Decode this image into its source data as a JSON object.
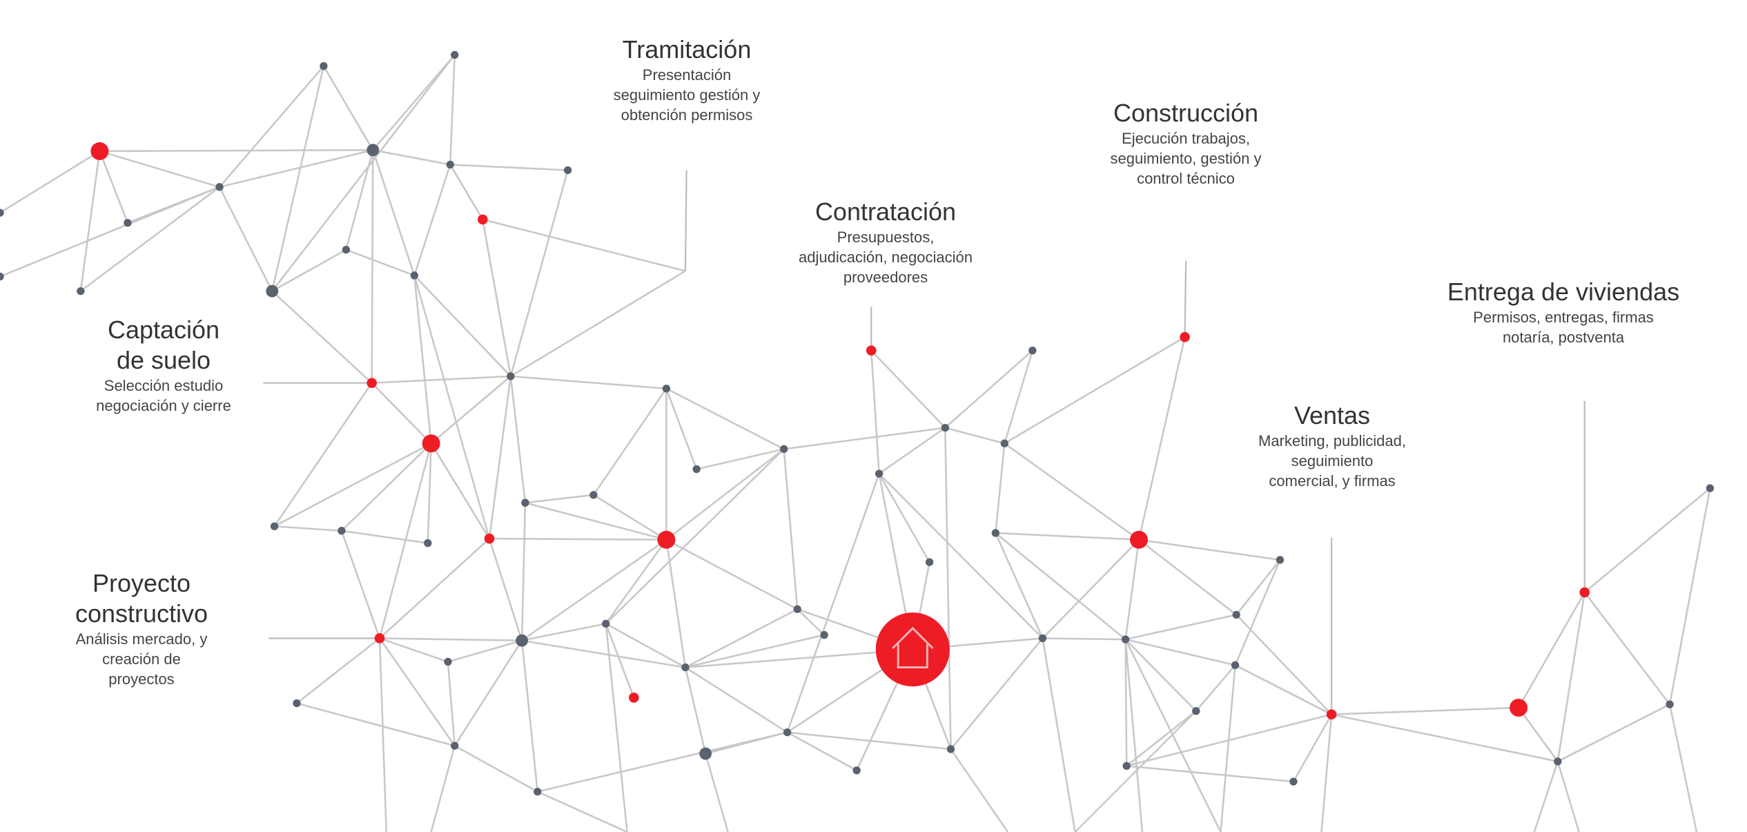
{
  "colors": {
    "accent": "#ee1c25",
    "node": "#5a6270",
    "edge": "#c8c8c8",
    "text": "#3a3a3a"
  },
  "center_icon": "home-icon",
  "stages": [
    {
      "id": "tramitacion",
      "title": "Tramitación",
      "lines": [
        "Presentación",
        "seguimiento  gestión y",
        "obtención permisos"
      ]
    },
    {
      "id": "construccion",
      "title": "Construcción",
      "lines": [
        "Ejecución trabajos,",
        "seguimiento, gestión y",
        "control técnico"
      ]
    },
    {
      "id": "contratacion",
      "title": "Contratación",
      "lines": [
        "Presupuestos,",
        "adjudicación, negociación",
        "proveedores"
      ]
    },
    {
      "id": "entrega",
      "title": "Entrega de viviendas",
      "lines": [
        "Permisos, entregas, firmas",
        "notaría, postventa"
      ]
    },
    {
      "id": "captacion",
      "title": "Captación\nde suelo",
      "lines": [
        "Selección estudio",
        "negociación y cierre"
      ]
    },
    {
      "id": "ventas",
      "title": "Ventas",
      "lines": [
        "Marketing, publicidad,",
        "seguimiento",
        "comercial, y firmas"
      ]
    },
    {
      "id": "proyecto",
      "title": "Proyecto\nconstructivo",
      "lines": [
        "Análisis mercado, y",
        "creación de",
        "proyectos"
      ]
    }
  ]
}
